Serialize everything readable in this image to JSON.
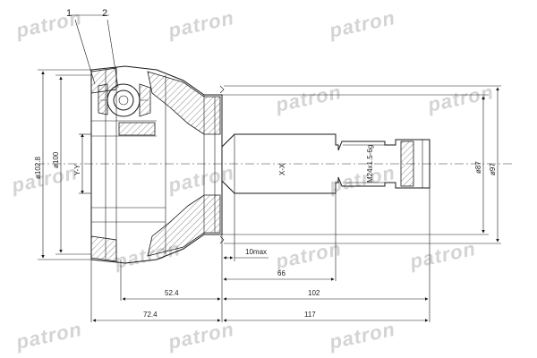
{
  "watermark": "patron",
  "callouts": {
    "c1": "1",
    "c2": "2"
  },
  "dimensions": {
    "d102_8": "ø102.8",
    "d100": "ø100",
    "y_axis": "Y-Y",
    "x_axis": "X-X",
    "thread": "M24x1.5-6g",
    "d87": "ø87",
    "d97": "ø97",
    "l10max": "10max",
    "l66": "66",
    "l52_4": "52.4",
    "l102": "102",
    "l72_4": "72.4",
    "l117": "117"
  }
}
